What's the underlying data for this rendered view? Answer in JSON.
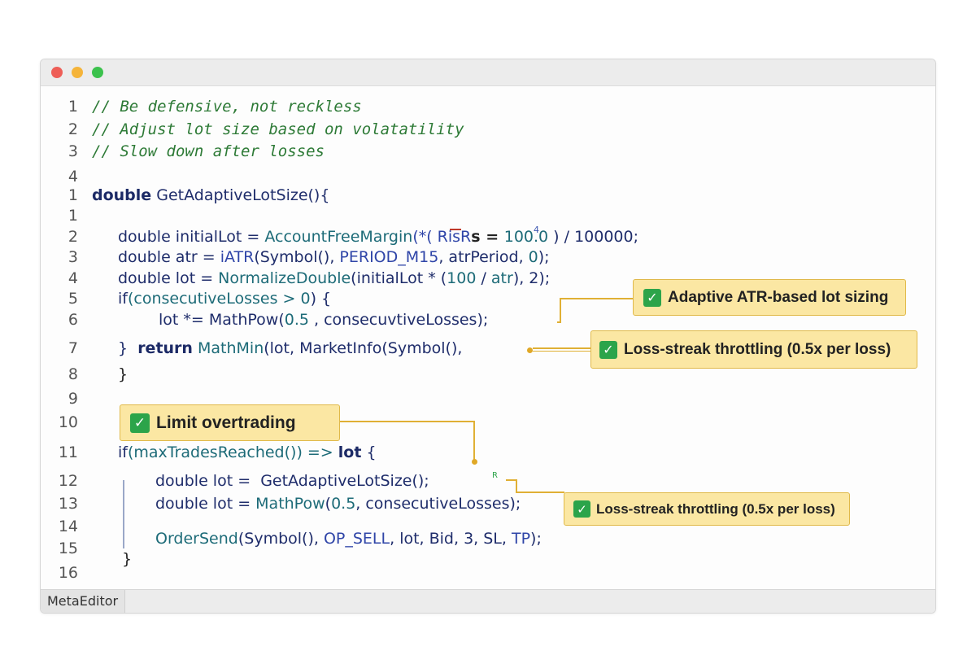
{
  "window": {
    "status_tab": "MetaEditor"
  },
  "code": {
    "lines": [
      {
        "num": "1",
        "text": "// Be defensive, not reckless"
      },
      {
        "num": "2",
        "text": "// Adjust lot size based on volatatility"
      },
      {
        "num": "3",
        "text": "// Slow down after losses"
      },
      {
        "num": "4",
        "text": ""
      },
      {
        "num": "1",
        "kw": "double",
        "rest": " GetAdaptiveLotSize(){"
      },
      {
        "num": "1",
        "text": ""
      },
      {
        "num": "2",
        "a": "double initialLot = ",
        "b": "AccountFreeMargin",
        "c": "(*( RisR",
        "d": "s = ",
        "e": "100.0",
        "f": " ) / 100000;"
      },
      {
        "num": "3",
        "a": "double atr = ",
        "b": "iATR",
        "c": "(Symbol(), ",
        "d": "PERIOD_M15",
        "e": ", atrPeriod, ",
        "f": "0",
        "g": ");"
      },
      {
        "num": "4",
        "a": "double lot = ",
        "b": "NormalizeDouble",
        "c": "(initialLot * (",
        "d": "100",
        "e": " / ",
        "f": "atr",
        "g": "), 2);"
      },
      {
        "num": "5",
        "a": "if",
        "b": "(consecutiveLosses > ",
        "c": "0",
        "d": ") {"
      },
      {
        "num": "6",
        "a": "lot *= ",
        "b": "MathPow",
        "c": "(",
        "d": "0.5",
        "e": " , consecuvtiveLosses);"
      },
      {
        "num": "7",
        "a": "}",
        "b": "return",
        "c": " MathMin",
        "d": "(lot, MarketInfo(Symbol(),"
      },
      {
        "num": "8",
        "text": "}"
      },
      {
        "num": "9",
        "text": ""
      },
      {
        "num": "10",
        "text": ""
      },
      {
        "num": "11",
        "a": "if",
        "b": "(maxTradesReached()) => ",
        "c": "lot",
        "d": " {"
      },
      {
        "num": "12",
        "a": "double lot = ",
        "b": " GetAdaptiveLotSize();"
      },
      {
        "num": "13",
        "a": "double lot = ",
        "b": "MathPow",
        "c": "(",
        "d": "0.5",
        "e": ", consecutiveLosses);"
      },
      {
        "num": "14",
        "text": ""
      },
      {
        "num": "15",
        "a": "OrderSend",
        "b": "(Symbol(), ",
        "c": "OP_SELL",
        "d": ", lot, Bid, 3, SL, ",
        "e": "TP",
        "f": ");"
      },
      {
        "num": "",
        "text": "}"
      },
      {
        "num": "16",
        "text": ""
      }
    ],
    "stray_superscript": "4",
    "stray_r": "R"
  },
  "callouts": [
    {
      "check": "✓",
      "label": "Adaptive ATR-based lot sizing"
    },
    {
      "check": "✓",
      "label": "Loss-streak throttling (0.5x per loss)"
    },
    {
      "check": "✓",
      "label": "Limit overtrading"
    },
    {
      "check": "✓",
      "label": "Loss-streak throttling (0.5x per loss)"
    }
  ],
  "colors": {
    "comment": "#2d7a36",
    "keyword": "#1c2a66",
    "function": "#1d6b78",
    "constant": "#2f45a8",
    "callout_bg": "#fbe7a3",
    "callout_border": "#e0b94a",
    "check_green": "#2ca44a"
  }
}
